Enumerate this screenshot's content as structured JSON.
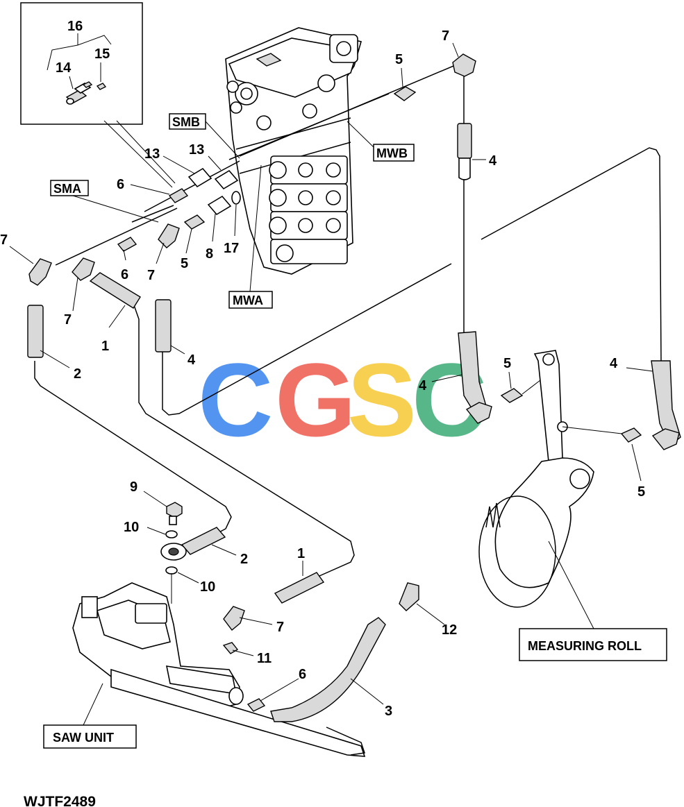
{
  "figure_id": "WJTF2489",
  "watermark": {
    "letters": [
      "C",
      "G",
      "S",
      "C"
    ],
    "colors": [
      "#4a8ff0",
      "#f06a5e",
      "#f7cd48",
      "#4fb483"
    ]
  },
  "inset": {
    "callouts": [
      "16",
      "15",
      "14"
    ]
  },
  "labels": {
    "smb": "SMB",
    "sma": "SMA",
    "mwb": "MWB",
    "mwa": "MWA",
    "measuring_roll": "MEASURING ROLL",
    "saw_unit": "SAW UNIT"
  },
  "callouts": {
    "c7_a": "7",
    "c5_a": "5",
    "c4_a": "4",
    "c13_a": "13",
    "c13_b": "13",
    "c6_a": "6",
    "c7_b": "7",
    "c6_b": "6",
    "c7_c": "7",
    "c7_d": "7",
    "c5_b": "5",
    "c8": "8",
    "c17": "17",
    "c1_a": "1",
    "c2_a": "2",
    "c4_b": "4",
    "c5_c": "5",
    "c4_c": "4",
    "c4_d": "4",
    "c5_d": "5",
    "c9": "9",
    "c10_a": "10",
    "c2_b": "2",
    "c1_b": "1",
    "c10_b": "10",
    "c7_e": "7",
    "c12": "12",
    "c11": "11",
    "c6_c": "6",
    "c3": "3"
  }
}
